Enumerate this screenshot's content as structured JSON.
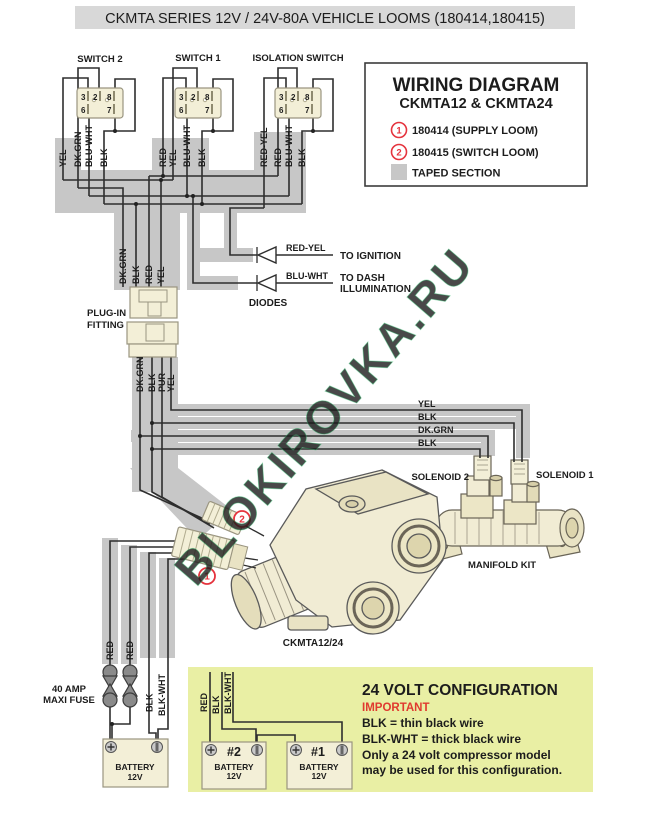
{
  "title": "CKMTA SERIES 12V / 24V-80A VEHICLE LOOMS (180414,180415)",
  "legend": {
    "title": "WIRING DIAGRAM",
    "subtitle": "CKMTA12 & CKMTA24",
    "item1_num": "1",
    "item1_text": "180414 (SUPPLY LOOM)",
    "item2_num": "2",
    "item2_text": "180415 (SWITCH LOOM)",
    "item3_text": "TAPED SECTION"
  },
  "switches": [
    {
      "label": "SWITCH 2",
      "pins": [
        "3",
        "2",
        "8",
        "6",
        "7"
      ],
      "wires": [
        "YEL",
        "DK.GRN",
        "BLU-WHT",
        "BLK"
      ]
    },
    {
      "label": "SWITCH 1",
      "pins": [
        "3",
        "2",
        "8",
        "6",
        "7"
      ],
      "wires": [
        "RED",
        "YEL",
        "BLU-WHT",
        "BLK"
      ]
    },
    {
      "label": "ISOLATION SWITCH",
      "pins": [
        "3",
        "2",
        "8",
        "6",
        "7"
      ],
      "wires": [
        "RED-YEL",
        "RED",
        "BLU-WHT",
        "BLK"
      ]
    }
  ],
  "diodes": {
    "caption": "DIODES",
    "d1_wire": "RED-YEL",
    "d1_dest": "TO IGNITION",
    "d2_wire": "BLU-WHT",
    "d2_dest_line1": "TO DASH",
    "d2_dest_line2": "ILLUMINATION"
  },
  "plug_fitting": {
    "label_line1": "PLUG-IN",
    "label_line2": "FITTING",
    "wires_above": [
      "DK.GRN",
      "BLK",
      "RED",
      "YEL"
    ],
    "wires_below": [
      "DK.GRN",
      "BLK",
      "PUR",
      "YEL"
    ]
  },
  "solenoid_runs": [
    "YEL",
    "BLK",
    "DK.GRN",
    "BLK"
  ],
  "manifold": {
    "solenoid2": "SOLENOID 2",
    "solenoid1": "SOLENOID 1",
    "caption": "MANIFOLD KIT"
  },
  "compressor": {
    "caption": "CKMTA12/24",
    "marker_supply": "1",
    "marker_switch": "2"
  },
  "supply": {
    "wires": [
      "RED",
      "RED",
      "BLK",
      "BLK-WHT"
    ],
    "fuse_line1": "40 AMP",
    "fuse_line2": "MAXI FUSE"
  },
  "battery_left": {
    "name": "BATTERY",
    "volt": "12V"
  },
  "config_box": {
    "title": "24 VOLT CONFIGURATION",
    "important": "IMPORTANT",
    "lines": [
      "BLK = thin black wire",
      "BLK-WHT = thick black wire",
      "Only a 24 volt compressor model",
      "may be used for this configuration."
    ],
    "wires": [
      "RED",
      "BLK",
      "BLK-WHT"
    ],
    "battery2": {
      "num": "#2",
      "name": "BATTERY",
      "volt": "12V"
    },
    "battery1": {
      "num": "#1",
      "name": "BATTERY",
      "volt": "12V"
    }
  },
  "watermark": "BLOKIROVKA.RU",
  "colors": {
    "title_bar": "#d8d8d8",
    "tape": "#c7c7c7",
    "component_fill": "#f3efd7",
    "wire": "#2e2e2e",
    "marker_red": "#e5333d",
    "important_red": "#e03a2f",
    "config_bg": "#e9efa4",
    "watermark_green": "#7fe6a6"
  }
}
